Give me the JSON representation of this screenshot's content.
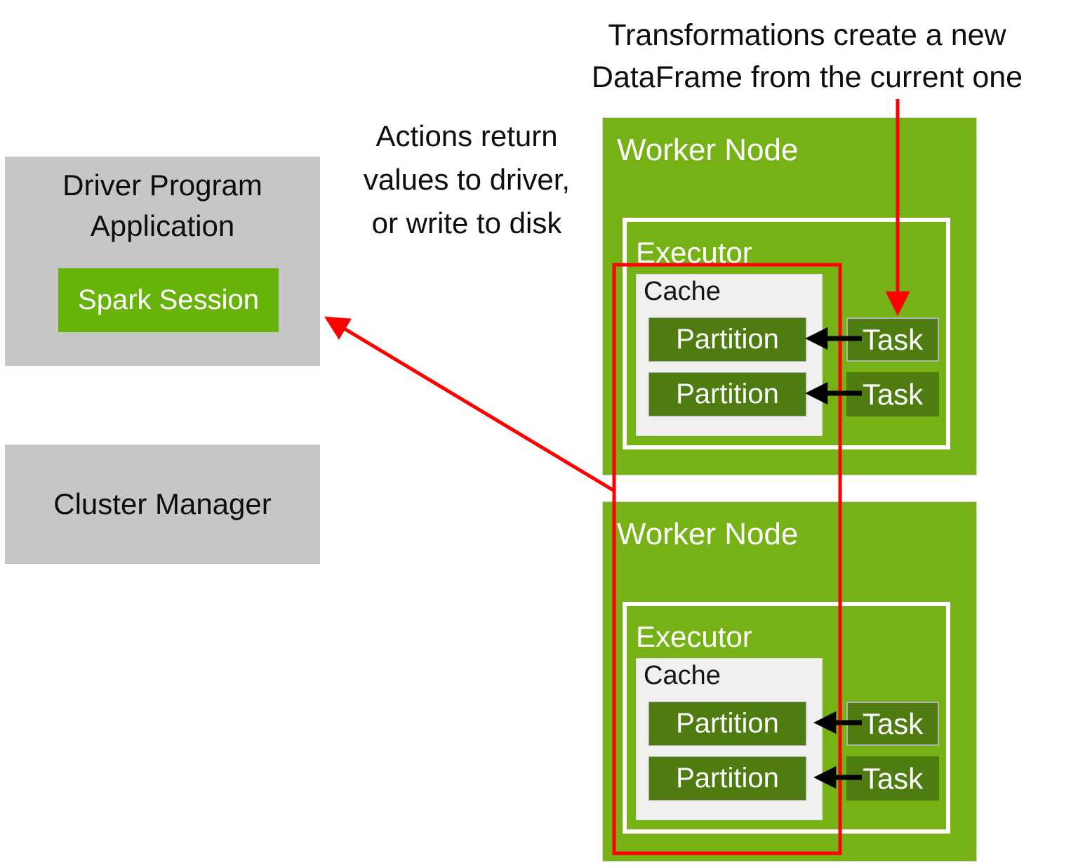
{
  "page": {
    "background": "#ffffff"
  },
  "colors": {
    "worker_green": "#76b216",
    "dark_green": "#4e7c10",
    "session_green": "#68b30a",
    "box_gray": "#c6c6c6",
    "cache_bg": "#f0f0ee",
    "highlight_red": "#fe0000",
    "arrow_black": "#000000",
    "text_dark": "#0d0d0d",
    "text_light": "#ffffff"
  },
  "annotations": {
    "transformations_lines": [
      "Transformations create a new",
      "DataFrame from the current one"
    ],
    "actions_lines": [
      "Actions return",
      "values to driver,",
      "or write to disk"
    ]
  },
  "driver": {
    "title_lines": [
      "Driver Program",
      "Application"
    ],
    "session_label": "Spark Session"
  },
  "cluster_manager": {
    "label": "Cluster Manager"
  },
  "workers": [
    {
      "title": "Worker Node",
      "executor": {
        "title": "Executor",
        "cache": {
          "title": "Cache",
          "partitions": [
            "Partition",
            "Partition"
          ]
        },
        "tasks": [
          "Task",
          "Task"
        ]
      }
    },
    {
      "title": "Worker Node",
      "executor": {
        "title": "Executor",
        "cache": {
          "title": "Cache",
          "partitions": [
            "Partition",
            "Partition"
          ]
        },
        "tasks": [
          "Task",
          "Task"
        ]
      }
    }
  ]
}
